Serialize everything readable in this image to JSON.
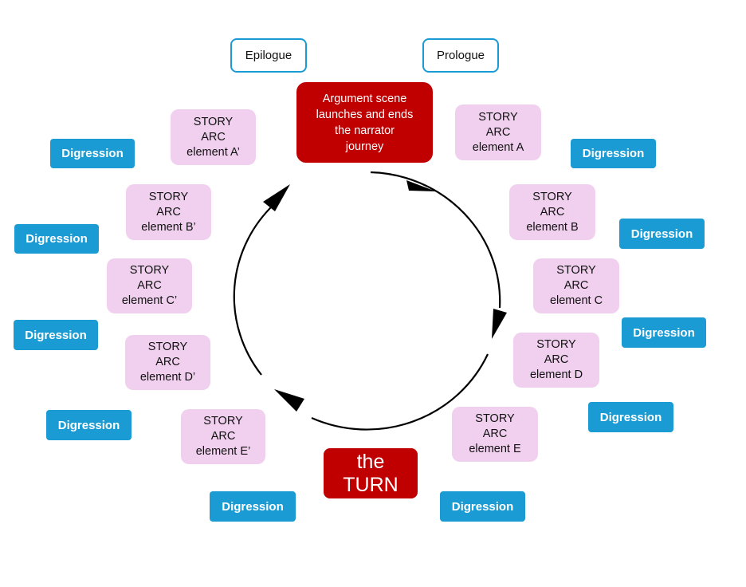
{
  "diagram": {
    "top_labels": {
      "epilogue": "Epilogue",
      "prologue": "Prologue"
    },
    "start_node": {
      "lines": [
        "Argument scene",
        "launches and ends",
        "the narrator",
        "journey"
      ]
    },
    "turn_node": {
      "lines": [
        "the",
        "TURN"
      ]
    },
    "story_elements": [
      {
        "id": "A",
        "lines": [
          "STORY",
          "ARC",
          "element A"
        ]
      },
      {
        "id": "B",
        "lines": [
          "STORY",
          "ARC",
          "element B"
        ]
      },
      {
        "id": "C",
        "lines": [
          "STORY",
          "ARC",
          "element C"
        ]
      },
      {
        "id": "D",
        "lines": [
          "STORY",
          "ARC",
          "element D"
        ]
      },
      {
        "id": "E",
        "lines": [
          "STORY",
          "ARC",
          "element E"
        ]
      },
      {
        "id": "A2",
        "lines": [
          "STORY",
          "ARC",
          "element A’"
        ]
      },
      {
        "id": "B2",
        "lines": [
          "STORY",
          "ARC",
          "element B’"
        ]
      },
      {
        "id": "C2",
        "lines": [
          "STORY",
          "ARC",
          "element C’"
        ]
      },
      {
        "id": "D2",
        "lines": [
          "STORY",
          "ARC",
          "element D’"
        ]
      },
      {
        "id": "E2",
        "lines": [
          "STORY",
          "ARC",
          "element E’"
        ]
      }
    ],
    "digressions": [
      "Digression",
      "Digression",
      "Digression",
      "Digression",
      "Digression",
      "Digression",
      "Digression",
      "Digression",
      "Digression",
      "Digression"
    ],
    "cycle_direction": "clockwise",
    "colors": {
      "start_node": "#C00000",
      "turn_node": "#C00000",
      "story_element": "#F0D0EE",
      "digression": "#1A9BD4",
      "outline": "#1A9BD4",
      "arrow": "#000000"
    }
  }
}
